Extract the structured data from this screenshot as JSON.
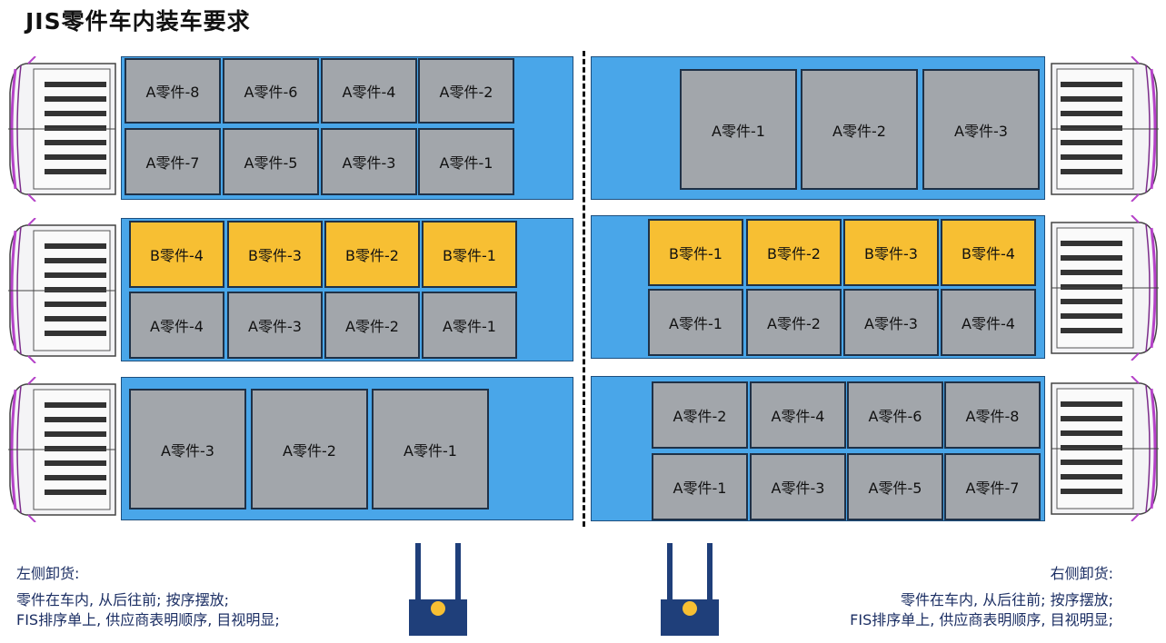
{
  "title": "JIS零件车内装车要求",
  "colors": {
    "trailer": "#49a6e9",
    "part_a": "#a2a6ab",
    "part_b": "#f7bf33",
    "text_blue": "#1b2e63"
  },
  "left": {
    "truck1": {
      "row1": [
        "A零件-8",
        "A零件-6",
        "A零件-4",
        "A零件-2"
      ],
      "row2": [
        "A零件-7",
        "A零件-5",
        "A零件-3",
        "A零件-1"
      ]
    },
    "truck2": {
      "row1": [
        "B零件-4",
        "B零件-3",
        "B零件-2",
        "B零件-1"
      ],
      "row2": [
        "A零件-4",
        "A零件-3",
        "A零件-2",
        "A零件-1"
      ]
    },
    "truck3": {
      "row1": [
        "A零件-3",
        "A零件-2",
        "A零件-1"
      ]
    }
  },
  "right": {
    "truck1": {
      "row1": [
        "A零件-1",
        "A零件-2",
        "A零件-3"
      ]
    },
    "truck2": {
      "row1": [
        "B零件-1",
        "B零件-2",
        "B零件-3",
        "B零件-4"
      ],
      "row2": [
        "A零件-1",
        "A零件-2",
        "A零件-3",
        "A零件-4"
      ]
    },
    "truck3": {
      "row1": [
        "A零件-2",
        "A零件-4",
        "A零件-6",
        "A零件-8"
      ],
      "row2": [
        "A零件-1",
        "A零件-3",
        "A零件-5",
        "A零件-7"
      ]
    }
  },
  "notes": {
    "left_head": "左侧卸货:",
    "left_line1": "零件在车内, 从后往前; 按序摆放;",
    "left_line2": "FIS排序单上, 供应商表明顺序, 目视明显;",
    "right_head": "右侧卸货:",
    "right_line1": "零件在车内, 从后往前; 按序摆放;",
    "right_line2": "FIS排序单上, 供应商表明顺序, 目视明显;"
  },
  "icons": {
    "truck_cab": "truck-cab-icon",
    "forklift": "forklift-icon"
  }
}
